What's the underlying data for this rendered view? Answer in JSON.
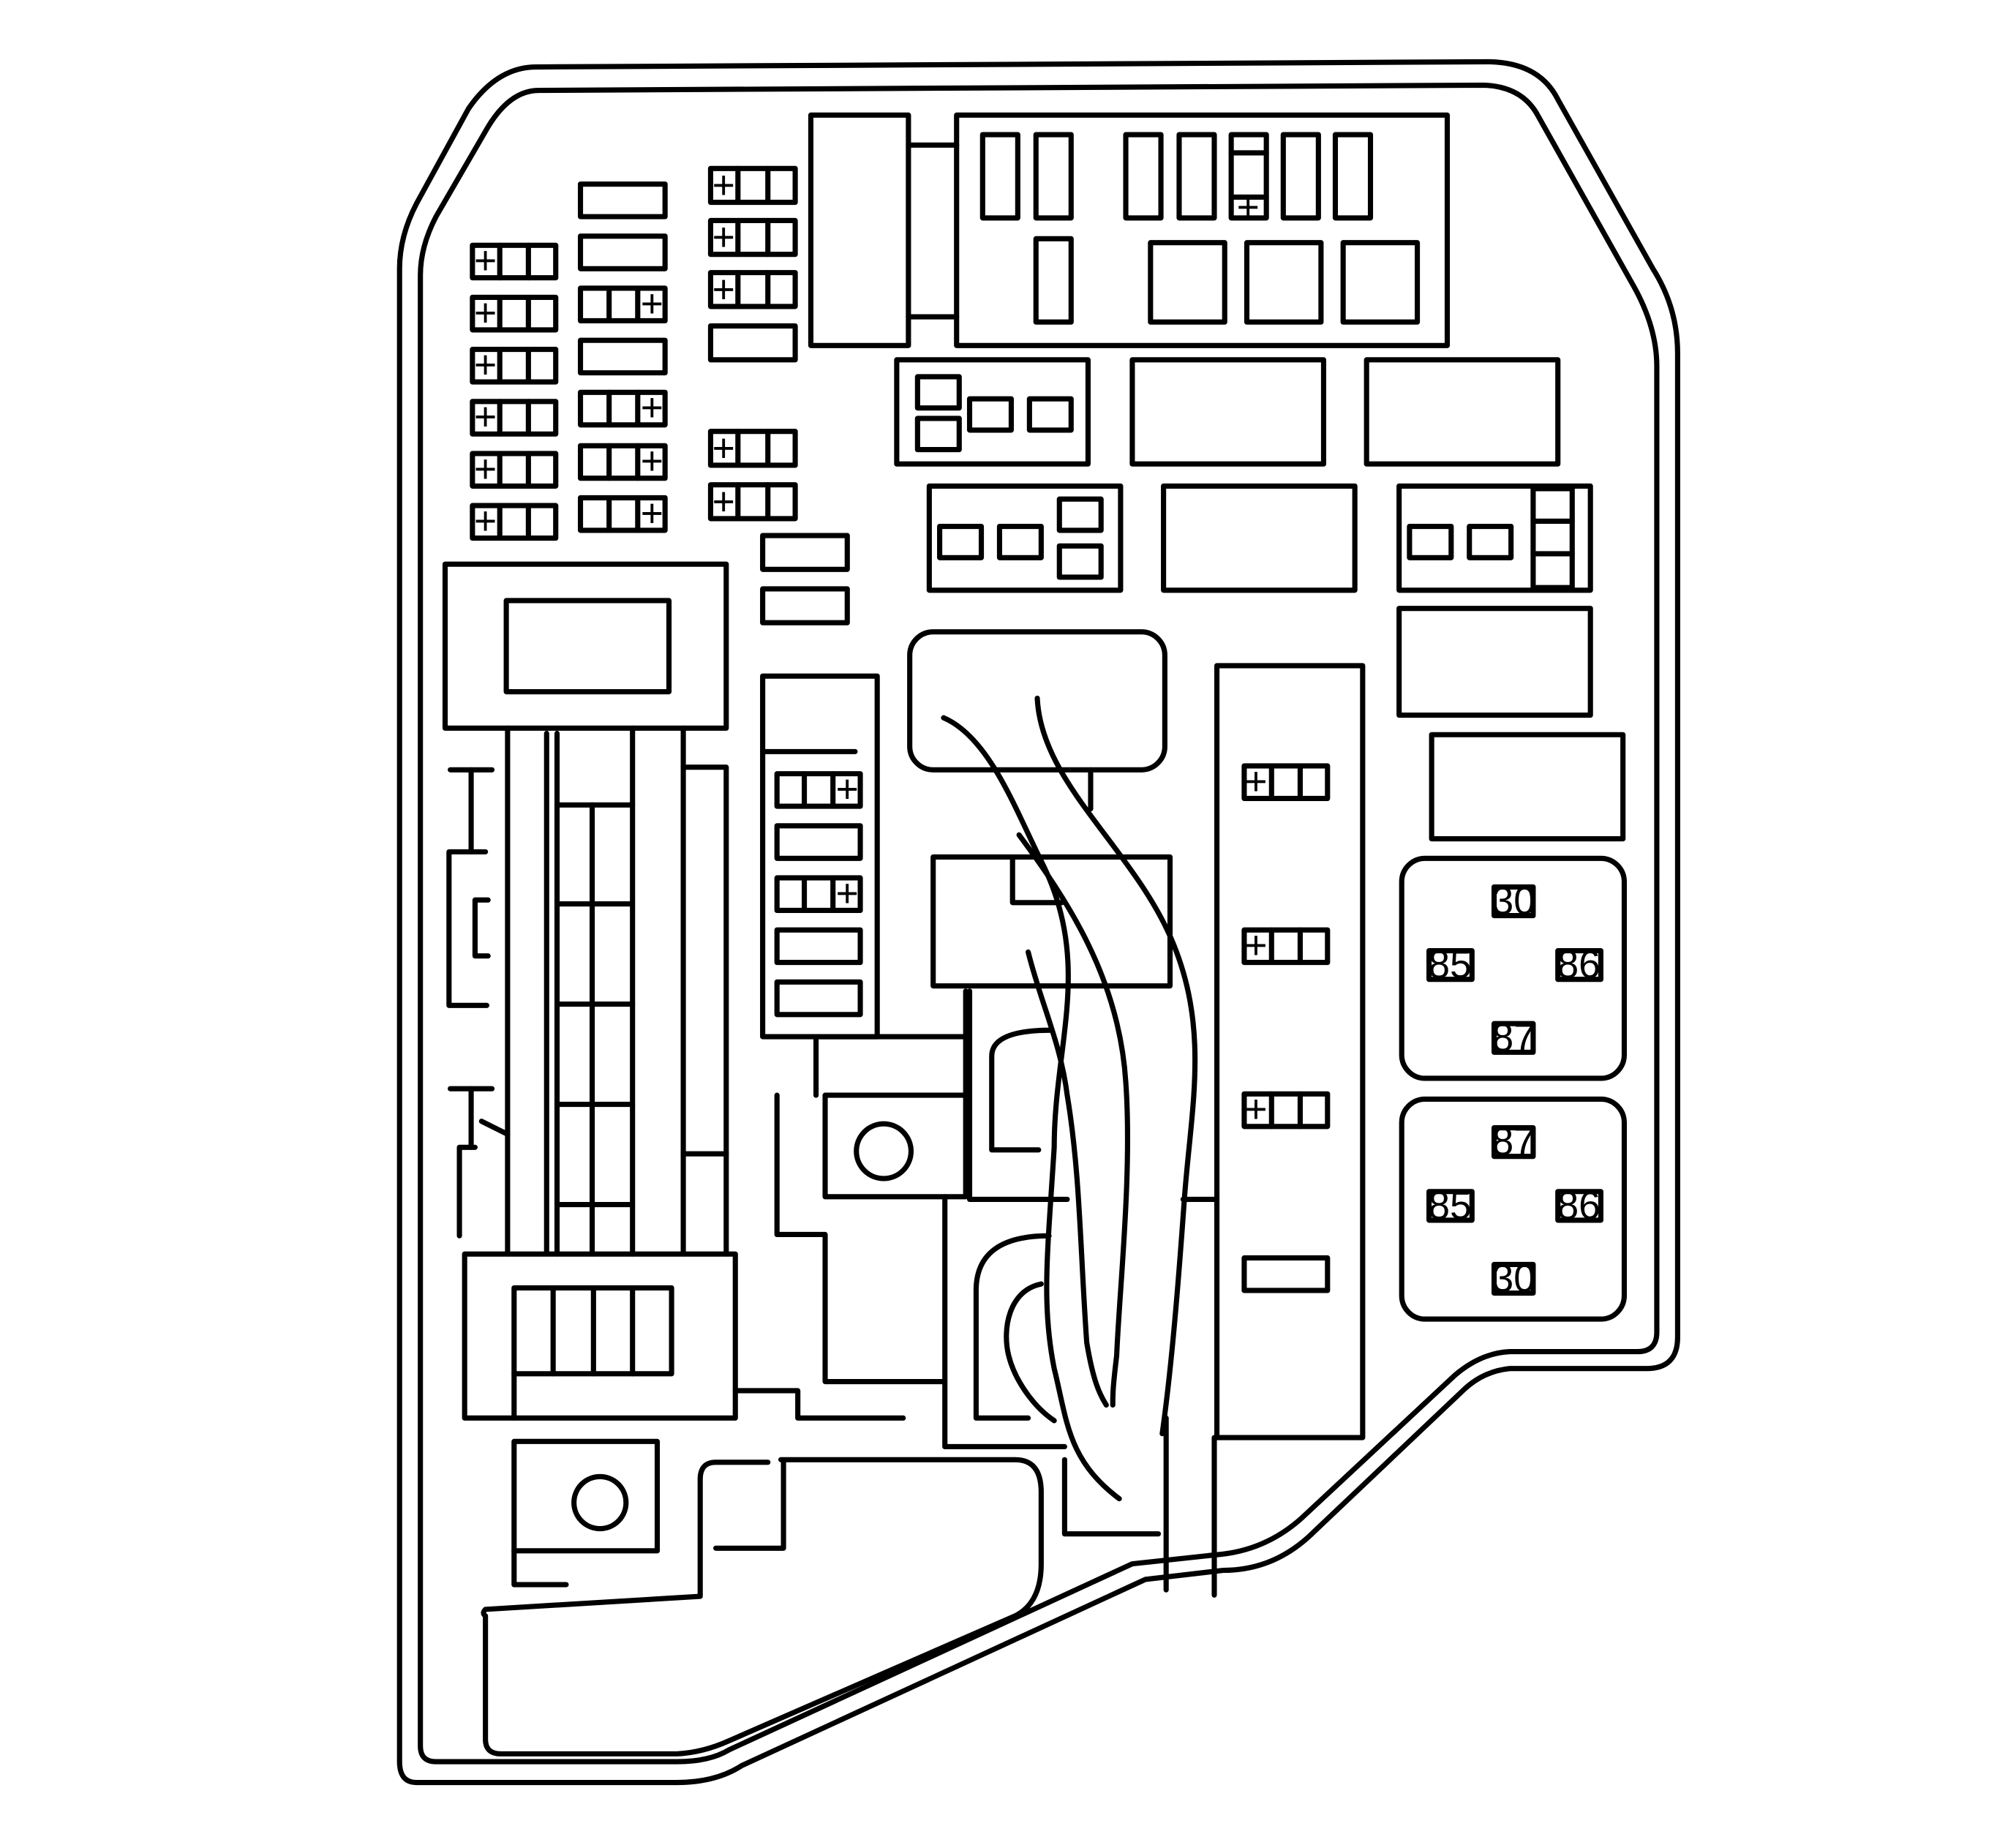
{
  "diagram": {
    "stroke_color": "#000000",
    "background_color": "#ffffff",
    "fuse_symbol": "+",
    "relay_upper": {
      "terminals": [
        "30",
        "85",
        "86",
        "87"
      ]
    },
    "relay_lower": {
      "terminals": [
        "87",
        "85",
        "86",
        "30"
      ]
    }
  }
}
